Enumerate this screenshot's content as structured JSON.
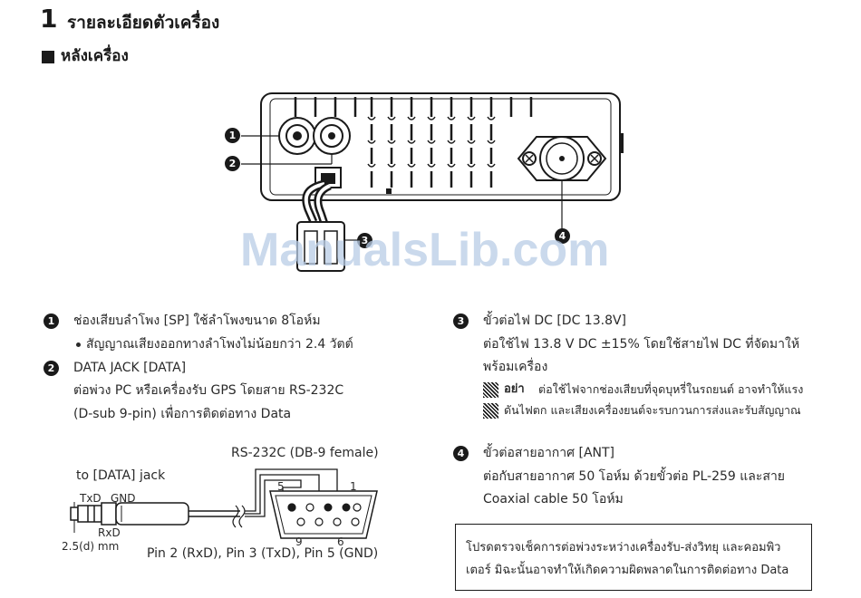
{
  "header": {
    "chapter_number": "1",
    "chapter_title": "รายละเอียดตัวเครื่อง",
    "section_title": "หลังเครื่อง"
  },
  "watermark": "ManualsLib.com",
  "figure": {
    "callouts": [
      "1",
      "2",
      "3",
      "4"
    ]
  },
  "items": [
    {
      "badge": "1",
      "title": "ช่องเสียบลำโพง [SP] ใช้ลำโพงขนาด 8โอห์ม",
      "bullet": "สัญญาณเสียงออกทางลำโพงไม่น้อยกว่า 2.4 วัตต์"
    },
    {
      "badge": "2",
      "title": "DATA JACK [DATA]",
      "lines": [
        "ต่อพ่วง PC หรือเครื่องรับ GPS โดยสาย RS-232C",
        "(D-sub 9-pin) เพื่อการติดต่อทาง Data"
      ]
    },
    {
      "badge": "3",
      "title": "ขั้วต่อไฟ DC [DC 13.8V]",
      "lines": [
        "ต่อใช้ไฟ 13.8 V DC  ±15%  โดยใช้สายไฟ DC ที่จัดมาให้",
        "พร้อมเครื่อง"
      ],
      "warning_word": "อย่า",
      "warning_lines": [
        "ต่อใช้ไฟจากช่องเสียบที่จุดบุหรี่ในรถยนต์ อาจทำให้แรง",
        "ดันไฟตก และเสียงเครื่องยนต์จะรบกวนการส่งและรับสัญญาณ"
      ]
    },
    {
      "badge": "4",
      "title": "ขั้วต่อสายอากาศ [ANT]",
      "lines": [
        "ต่อกับสายอากาศ 50 โอห์ม ด้วยขั้วต่อ PL-259 และสาย",
        "Coaxial cable 50 โอห์ม"
      ]
    }
  ],
  "cable_diagram": {
    "connector_title": "RS-232C (DB-9 female)",
    "jack_label": "to [DATA] jack",
    "txd": "TxD",
    "gnd": "GND",
    "rxd": "RxD",
    "size": "2.5(d) mm",
    "pin_5": "5",
    "pin_1": "1",
    "pin_9": "9",
    "pin_6": "6",
    "pins_caption": "Pin 2 (RxD), Pin 3 (TxD), Pin 5 (GND)"
  },
  "note": {
    "lines": [
      "โปรดตรวจเช็คการต่อพ่วงระหว่างเครื่องรับ-ส่งวิทยุ และคอมพิว",
      "เตอร์ มิฉะนั้นอาจทำให้เกิดความผิดพลาดในการติดต่อทาง Data"
    ]
  }
}
